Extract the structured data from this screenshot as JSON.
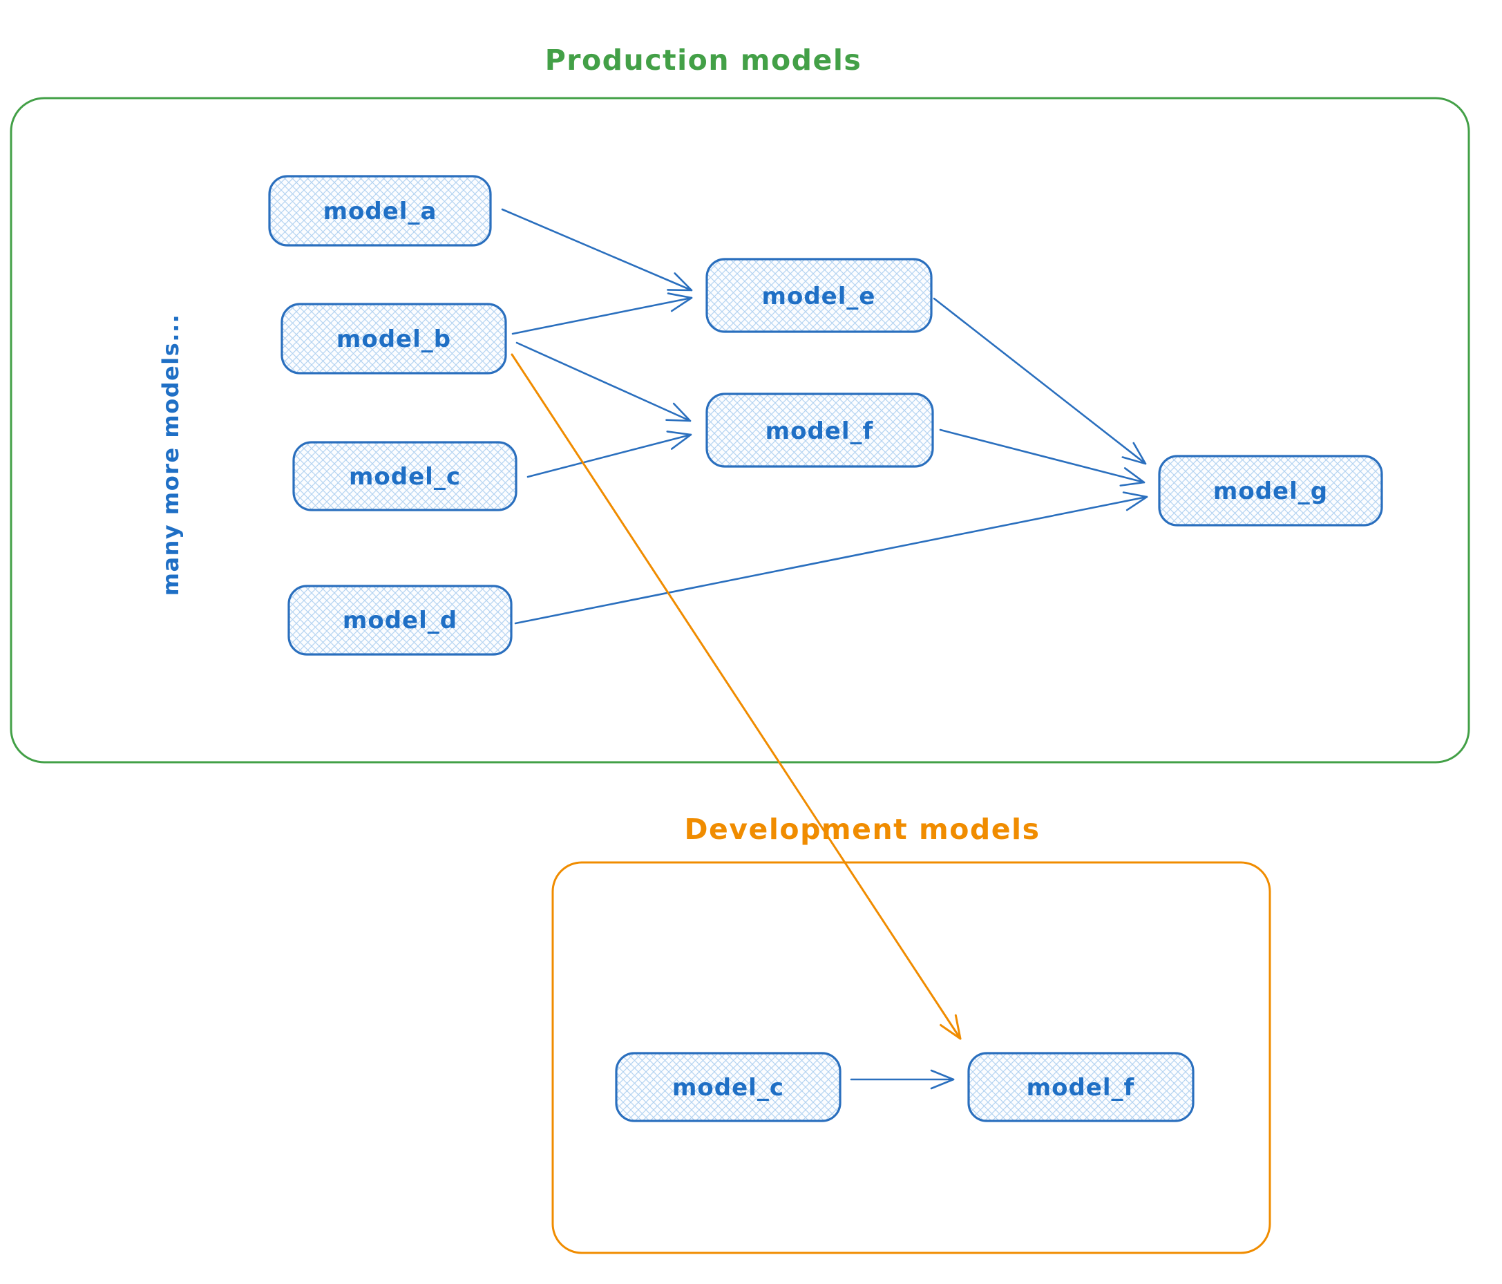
{
  "colors": {
    "node_stroke_blue": "#2a6fbe",
    "node_text_blue": "#1f6fc5",
    "node_hatch_blue": "#b5d4f1",
    "production_green": "#43a047",
    "development_orange": "#f08c00"
  },
  "production": {
    "title": "Production models",
    "side_note": "many more models...",
    "nodes": {
      "model_a": {
        "label": "model_a"
      },
      "model_b": {
        "label": "model_b"
      },
      "model_c": {
        "label": "model_c"
      },
      "model_d": {
        "label": "model_d"
      },
      "model_e": {
        "label": "model_e"
      },
      "model_f": {
        "label": "model_f"
      },
      "model_g": {
        "label": "model_g"
      }
    }
  },
  "development": {
    "title": "Development models",
    "nodes": {
      "model_c": {
        "label": "model_c"
      },
      "model_f": {
        "label": "model_f"
      }
    }
  },
  "edges": [
    {
      "from": "production.model_a",
      "to": "production.model_e",
      "color": "blue"
    },
    {
      "from": "production.model_b",
      "to": "production.model_e",
      "color": "blue"
    },
    {
      "from": "production.model_b",
      "to": "production.model_f",
      "color": "blue"
    },
    {
      "from": "production.model_c",
      "to": "production.model_f",
      "color": "blue"
    },
    {
      "from": "production.model_e",
      "to": "production.model_g",
      "color": "blue"
    },
    {
      "from": "production.model_f",
      "to": "production.model_g",
      "color": "blue"
    },
    {
      "from": "production.model_d",
      "to": "production.model_g",
      "color": "blue"
    },
    {
      "from": "development.model_c",
      "to": "development.model_f",
      "color": "blue"
    },
    {
      "from": "production.model_b",
      "to": "development.model_f",
      "color": "orange"
    }
  ]
}
